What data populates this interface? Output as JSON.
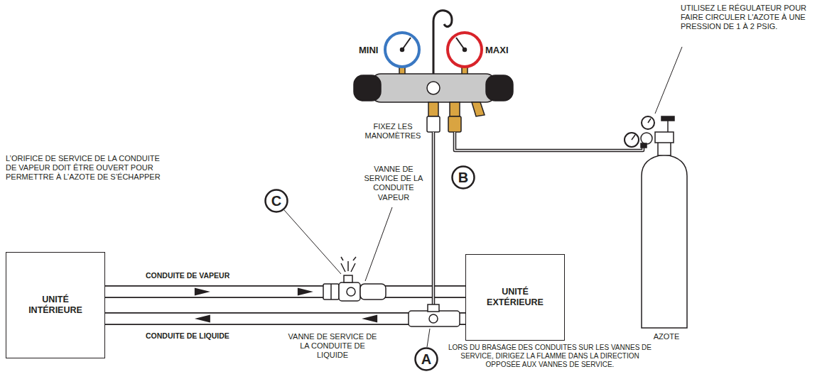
{
  "diagram": {
    "nodes": [
      {
        "text": [
          "B"
        ]
      },
      {
        "text": [
          "C"
        ]
      },
      {
        "text": [
          "UNITÉ INTÉRIEURE"
        ]
      },
      {
        "text": [
          "UNITÉ EXTÉRIEURE"
        ]
      },
      {
        "text": [
          "A"
        ]
      }
    ],
    "edges": [
      {
        "from": 2,
        "to": 3,
        "arrow": "to",
        "label": "CONDUITE DE VAPEUR"
      },
      {
        "from": 3,
        "to": 2,
        "arrow": "to",
        "label": "CONDUITE DE LIQUIDE"
      }
    ],
    "labels": [
      "MINI",
      "MAXI",
      "UTILISEZ LE RÉGULATEUR POUR FAIRE CIRCULER L'AZOTE À UNE PRESSION DE 1 À 2 PSIG.",
      "FIXEZ LES MANOMÈTRES",
      "L’ORIFICE DE SERVICE DE LA CONDUITE DE VAPEUR DOIT ÊTRE OUVERT POUR PERMETTRE À L’AZOTE DE S’ÉCHAPPER",
      "VANNE DE SERVICE DE LA CONDUITE VAPEUR",
      "VANNE DE SERVICE DE LA CONDUITE DE LIQUIDE",
      "AZOTE",
      "LORS DU BRASAGE DES CONDUITES SUR LES VANNES DE SERVICE, DIRIGEZ LA FLAMME DANS LA DIRECTION OPPOSÉE AUX VANNES DE SERVICE."
    ]
  }
}
